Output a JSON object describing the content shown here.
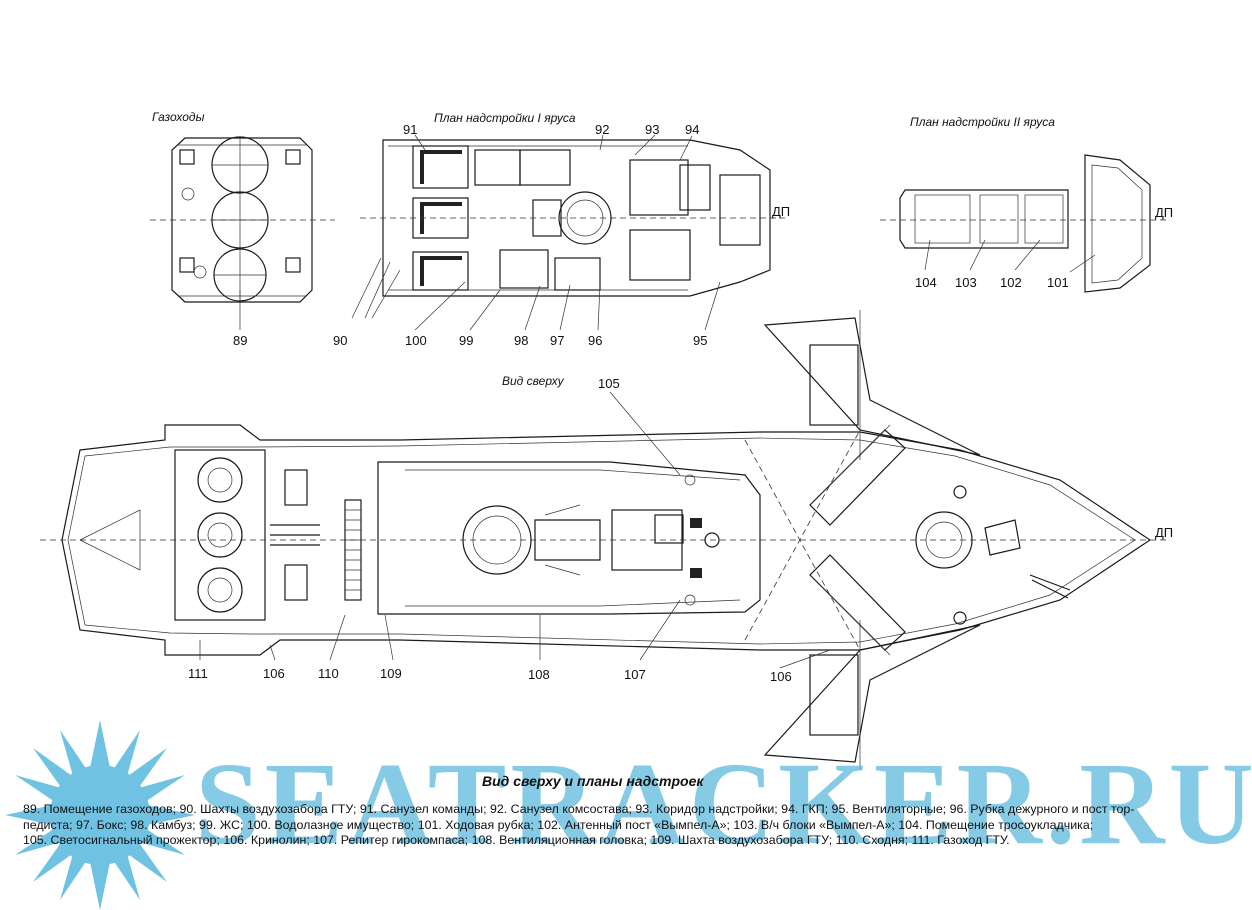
{
  "titles": {
    "gas_ducts": "Газоходы",
    "deck1_plan": "План надстройки I яруса",
    "deck2_plan": "План надстройки II яруса",
    "top_view": "Вид сверху",
    "main": "Вид сверху и планы надстроек"
  },
  "centerline_label": "ДП",
  "callouts": {
    "c89": "89",
    "c90": "90",
    "c91": "91",
    "c92": "92",
    "c93": "93",
    "c94": "94",
    "c95": "95",
    "c96": "96",
    "c97": "97",
    "c98": "98",
    "c99": "99",
    "c100": "100",
    "c101": "101",
    "c102": "102",
    "c103": "103",
    "c104": "104",
    "c105": "105",
    "c106a": "106",
    "c106b": "106",
    "c107": "107",
    "c108": "108",
    "c109": "109",
    "c110": "110",
    "c111": "111"
  },
  "legend": {
    "line1": "89. Помещение газоходов; 90. Шахты воздухозабора ГТУ; 91. Санузел команды; 92. Санузел комсостава; 93. Коридор надстройки; 94. ГКП; 95. Вентиляторные; 96. Рубка дежурного и пост тор-",
    "line2": "педиста; 97. Бокс; 98. Камбуз; 99. ЖС; 100. Водолазное имущество; 101. Ходовая рубка; 102. Антенный пост «Вымпел-А»; 103. В/ч блоки «Вымпел-А»; 104. Помещение тросоукладчика;",
    "line3": "105. Светосигнальный прожектор; 106. Кринолин; 107. Репитер гирокомпаса; 108. Вентиляционная головка; 109. Шахта воздухозабора ГТУ; 110. Сходня; 111. Газоход ГТУ."
  },
  "watermark": "SEATRACKER.RU",
  "colors": {
    "watermark": "#58b8dd",
    "ink": "#1a1a1a"
  }
}
